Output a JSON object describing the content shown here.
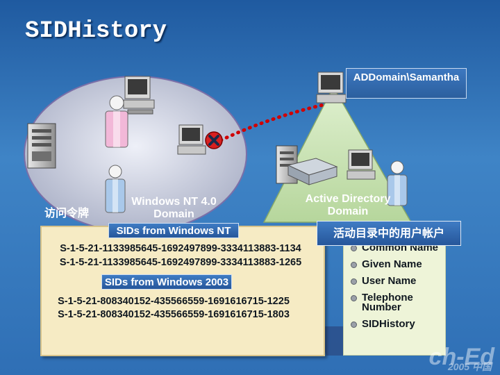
{
  "title": "SIDHistory",
  "ad_account_label": "ADDomain\\Samantha",
  "nt_domain_label": "Windows NT 4.0 Domain",
  "ad_domain_label": "Active Directory Domain",
  "access_token_label": "访问令牌",
  "nt_sids": {
    "heading": "SIDs from Windows NT",
    "sids": [
      "S-1-5-21-1133985645-1692497899-3334113883-1134",
      "S-1-5-21-1133985645-1692497899-3334113883-1265"
    ]
  },
  "w2003_sids": {
    "heading": "SIDs from Windows 2003",
    "sids": [
      "S-1-5-21-808340152-435566559-1691616715-1225",
      "S-1-5-21-808340152-435566559-1691616715-1803"
    ]
  },
  "ad_user_account": {
    "heading": "活动目录中的用户帐户",
    "attributes": [
      "Common Name",
      "Given Name",
      "User Name",
      "Telephone Number",
      "SIDHistory"
    ]
  },
  "watermark": {
    "main": "ch-Ed",
    "sub": "2005 中国"
  },
  "colors": {
    "background": "#2f6fb5",
    "card": "#f6ebc4",
    "header_blue": "#2b5f9e",
    "nt_domain_oval": "#c9ccda",
    "ad_domain_triangle": "#c8e2b0",
    "user_pink": "#f2b8d8",
    "user_blue": "#a9c8ea",
    "dotted_link": "#d00000"
  },
  "icons": [
    "server-icon",
    "workstation-icon",
    "user-icon",
    "broken-link-icon",
    "bullet-icon"
  ]
}
